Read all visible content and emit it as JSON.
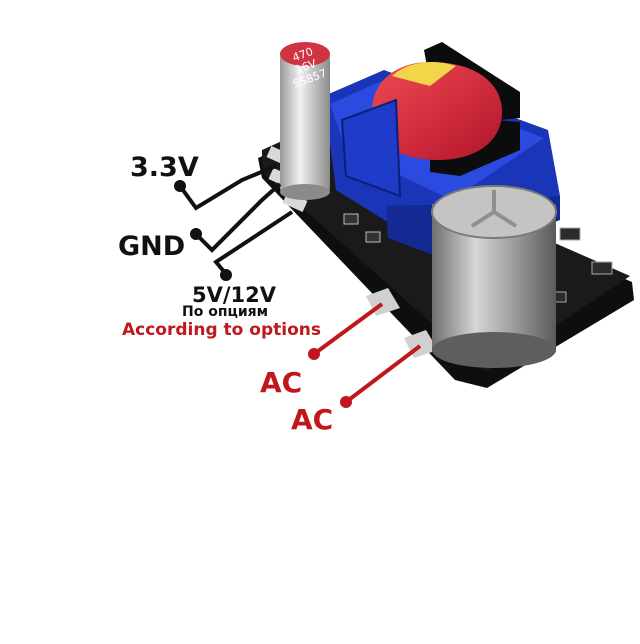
{
  "labels": {
    "out_3v3": "3.3V",
    "gnd": "GND",
    "out_5v_12v": "5V/12V",
    "options_ru": "По опциям",
    "options_en": "According to options",
    "ac_1": "AC",
    "ac_2": "AC"
  },
  "capacitor_small": {
    "line1": "470",
    "line2": "16V",
    "line3": "SS857"
  },
  "colors": {
    "pcb": "#161616",
    "transformer_bobbin": "#1f3fd0",
    "transformer_coil": "#d9283a",
    "capacitor_body": "#b9b9b9",
    "capacitor_sleeve": "#e0e0e0",
    "wire_output": "#111111",
    "wire_ac": "#c0171c"
  }
}
